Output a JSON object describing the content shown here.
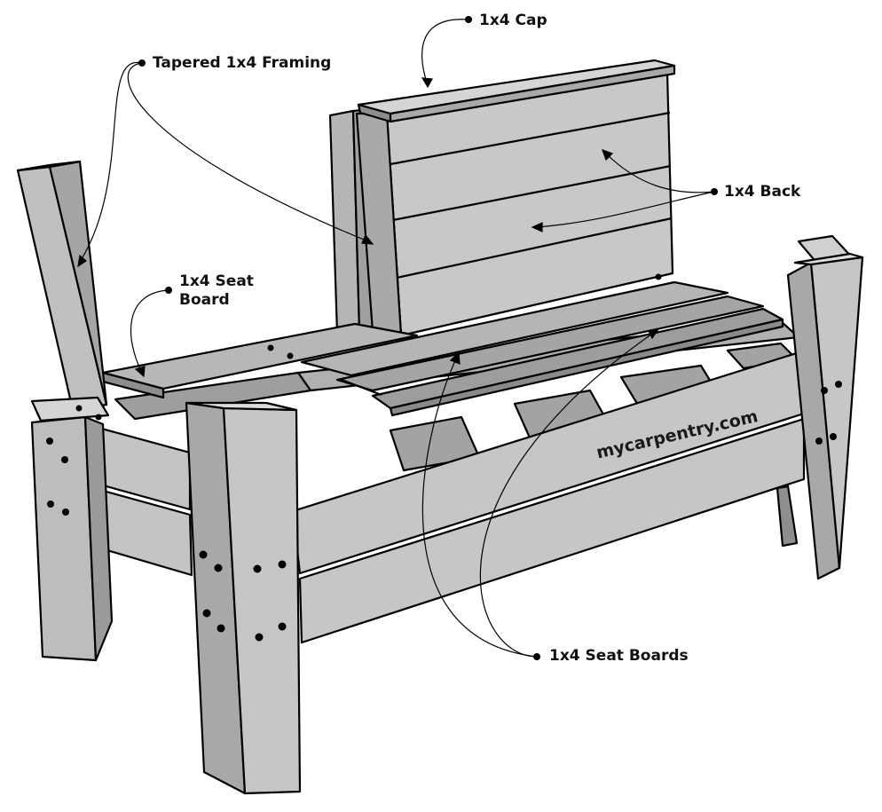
{
  "labels": {
    "cap": "1x4 Cap",
    "framing": "Tapered 1x4 Framing",
    "back": "1x4 Back",
    "seat_board_line1": "1x4 Seat",
    "seat_board_line2": "Board",
    "seat_boards": "1x4 Seat Boards"
  },
  "watermark": "mycarpentry.com",
  "colors": {
    "face_light": "#c8c8c8",
    "face_mid": "#a9a9a9",
    "face_dark": "#8e8e8e",
    "outline": "#000000",
    "background": "#ffffff"
  }
}
